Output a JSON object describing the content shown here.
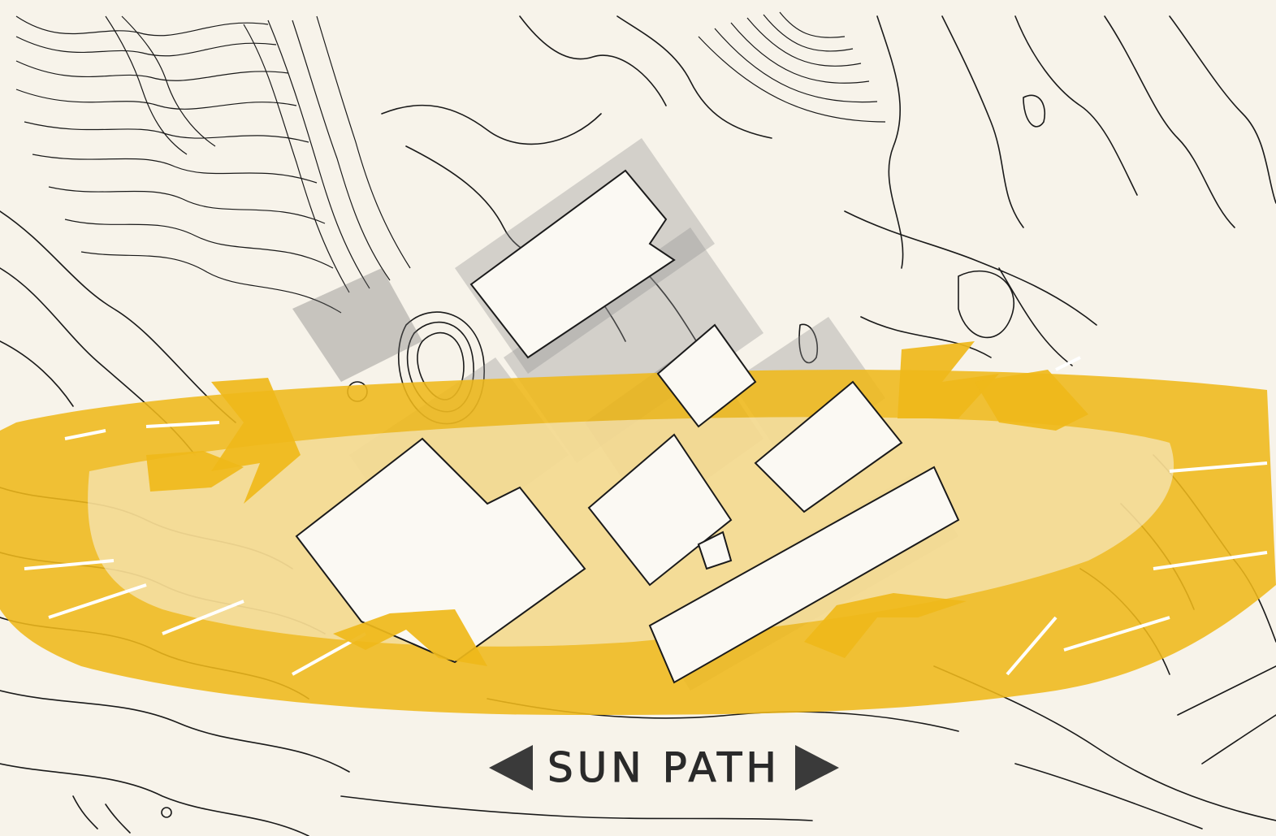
{
  "diagram": {
    "label": "SUN PATH",
    "colors": {
      "sun_band": "#efb81a",
      "paper": "#f7f3ea",
      "contour": "#1a1a1a",
      "arrowhead": "#3a3a3a"
    },
    "elements": {
      "topographic_contours": true,
      "building_footprints": 7,
      "sun_arrows": 6
    }
  }
}
